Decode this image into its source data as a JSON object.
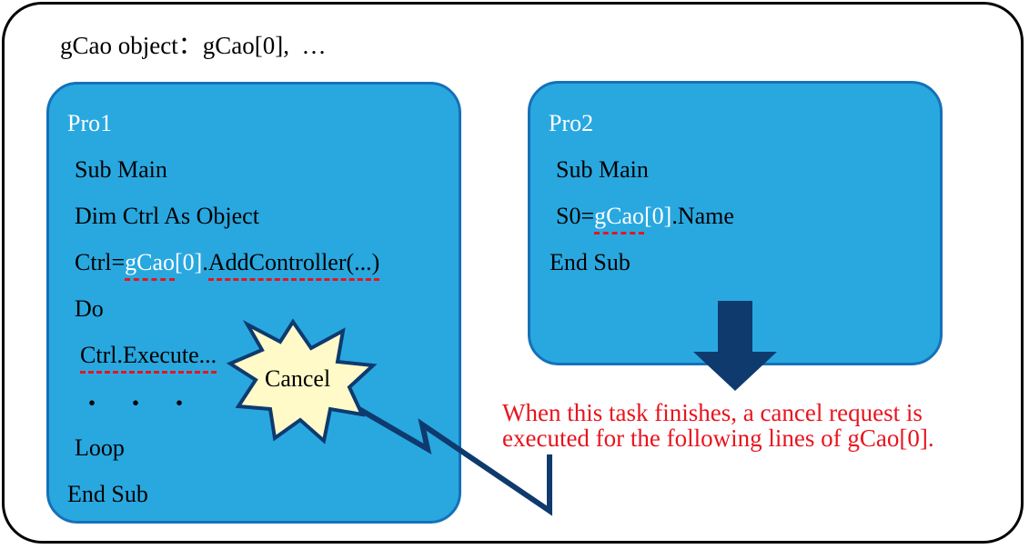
{
  "header": {
    "title": "gCao object：gCao[0],  …"
  },
  "pro1": {
    "title": "Pro1",
    "lines": {
      "sub_main": "Sub Main",
      "dim": "Dim Ctrl As Object",
      "ctrl_prefix": "Ctrl=",
      "ctrl_gcao": "gCao",
      "ctrl_index": "[0]",
      "ctrl_dot": ".",
      "ctrl_method": "AddController(...)",
      "do": "Do",
      "execute": "Ctrl.Execute...",
      "ellipsis": "・・・",
      "loop": "Loop",
      "end_sub": "End Sub"
    }
  },
  "pro2": {
    "title": "Pro2",
    "lines": {
      "sub_main": "Sub Main",
      "s0_prefix": "S0=",
      "s0_gcao": "gCao",
      "s0_index": "[0]",
      "s0_suffix": ".Name",
      "end_sub": "End Sub"
    }
  },
  "cancel": {
    "label": "Cancel"
  },
  "note": {
    "line1": "When this task finishes, a cancel request is",
    "line2": "executed for the following lines of gCao[0]."
  },
  "colors": {
    "panel_fill": "#29a8e0",
    "panel_border": "#1571b8",
    "arrow_navy": "#0e3a6e",
    "burst_fill": "#fffac8",
    "red": "#e8141e"
  }
}
